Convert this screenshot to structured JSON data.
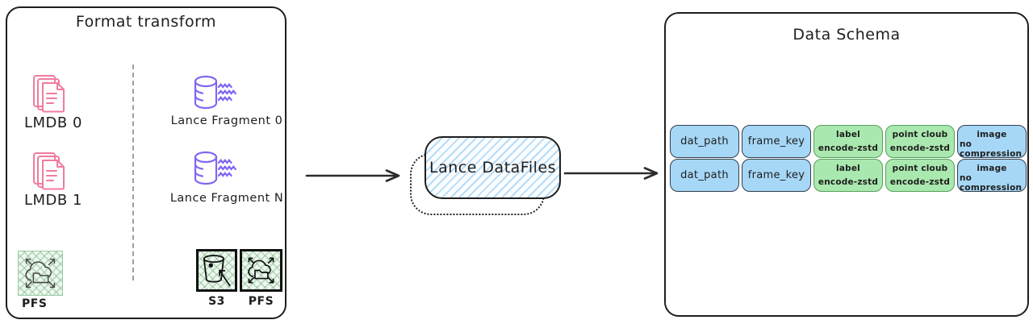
{
  "left_panel": {
    "title": "Format transform",
    "sources": [
      {
        "label": "LMDB 0"
      },
      {
        "label": "LMDB 1"
      }
    ],
    "fragments": [
      {
        "label": "Lance Fragment 0"
      },
      {
        "label": "Lance Fragment N"
      }
    ],
    "source_storage": {
      "label": "PFS"
    },
    "target_storage": [
      {
        "label": "S3"
      },
      {
        "label": "PFS"
      }
    ]
  },
  "middle": {
    "datafiles_label": "Lance DataFiles"
  },
  "right_panel": {
    "title": "Data Schema",
    "rows": [
      {
        "cells": [
          {
            "name": "dat_path",
            "encoding": "",
            "color": "blue"
          },
          {
            "name": "frame_key",
            "encoding": "",
            "color": "blue"
          },
          {
            "name": "label",
            "encoding": "encode-zstd",
            "color": "green"
          },
          {
            "name": "point cloub",
            "encoding": "encode-zstd",
            "color": "green"
          },
          {
            "name": "image",
            "encoding": "no compression",
            "color": "blue"
          }
        ]
      },
      {
        "cells": [
          {
            "name": "dat_path",
            "encoding": "",
            "color": "blue"
          },
          {
            "name": "frame_key",
            "encoding": "",
            "color": "blue"
          },
          {
            "name": "label",
            "encoding": "encode-zstd",
            "color": "green"
          },
          {
            "name": "point cloub",
            "encoding": "encode-zstd",
            "color": "green"
          },
          {
            "name": "image",
            "encoding": "no compression",
            "color": "blue"
          }
        ]
      }
    ]
  },
  "colors": {
    "ink": "#1e1e1e",
    "lmdb_pink": "#f07c9e",
    "lance_purple": "#8266f2",
    "cell_blue": "#a6d7f6",
    "cell_blue_border": "#333f4d",
    "cell_green": "#a9e8ae",
    "cell_green_border": "#57a05c",
    "datafiles_hatch_blue": "#b5dcf8",
    "storage_green_bg": "#eef7ef",
    "storage_green_line": "#9ccaa4",
    "divider_gray": "#9aa0a6"
  }
}
